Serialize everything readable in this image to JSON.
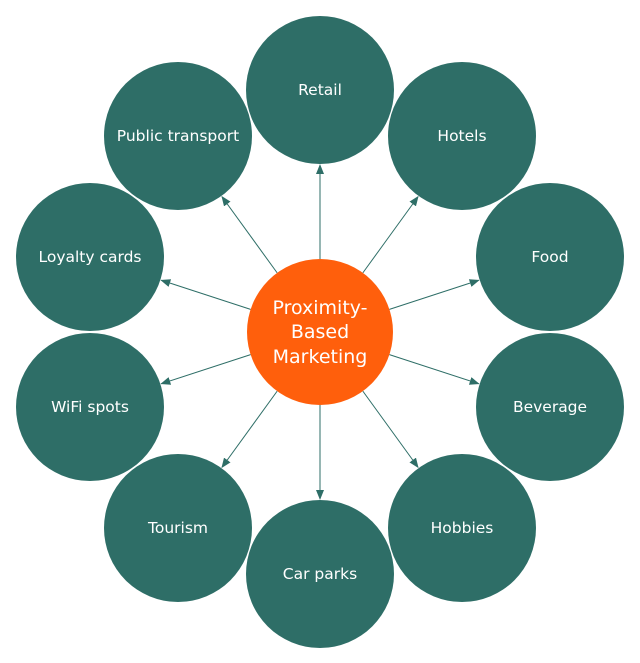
{
  "diagram": {
    "center": {
      "label_lines": [
        "Proximity-",
        "Based",
        "Marketing"
      ],
      "color": "#ff5f0c"
    },
    "node_color": "#2e6e67",
    "arrow_color": "#2e6e67",
    "nodes": [
      {
        "label": "Retail"
      },
      {
        "label": "Hotels"
      },
      {
        "label": "Food"
      },
      {
        "label": "Beverage"
      },
      {
        "label": "Hobbies"
      },
      {
        "label": "Car parks"
      },
      {
        "label": "Tourism"
      },
      {
        "label": "WiFi spots"
      },
      {
        "label": "Loyalty cards"
      },
      {
        "label": "Public transport"
      }
    ]
  }
}
